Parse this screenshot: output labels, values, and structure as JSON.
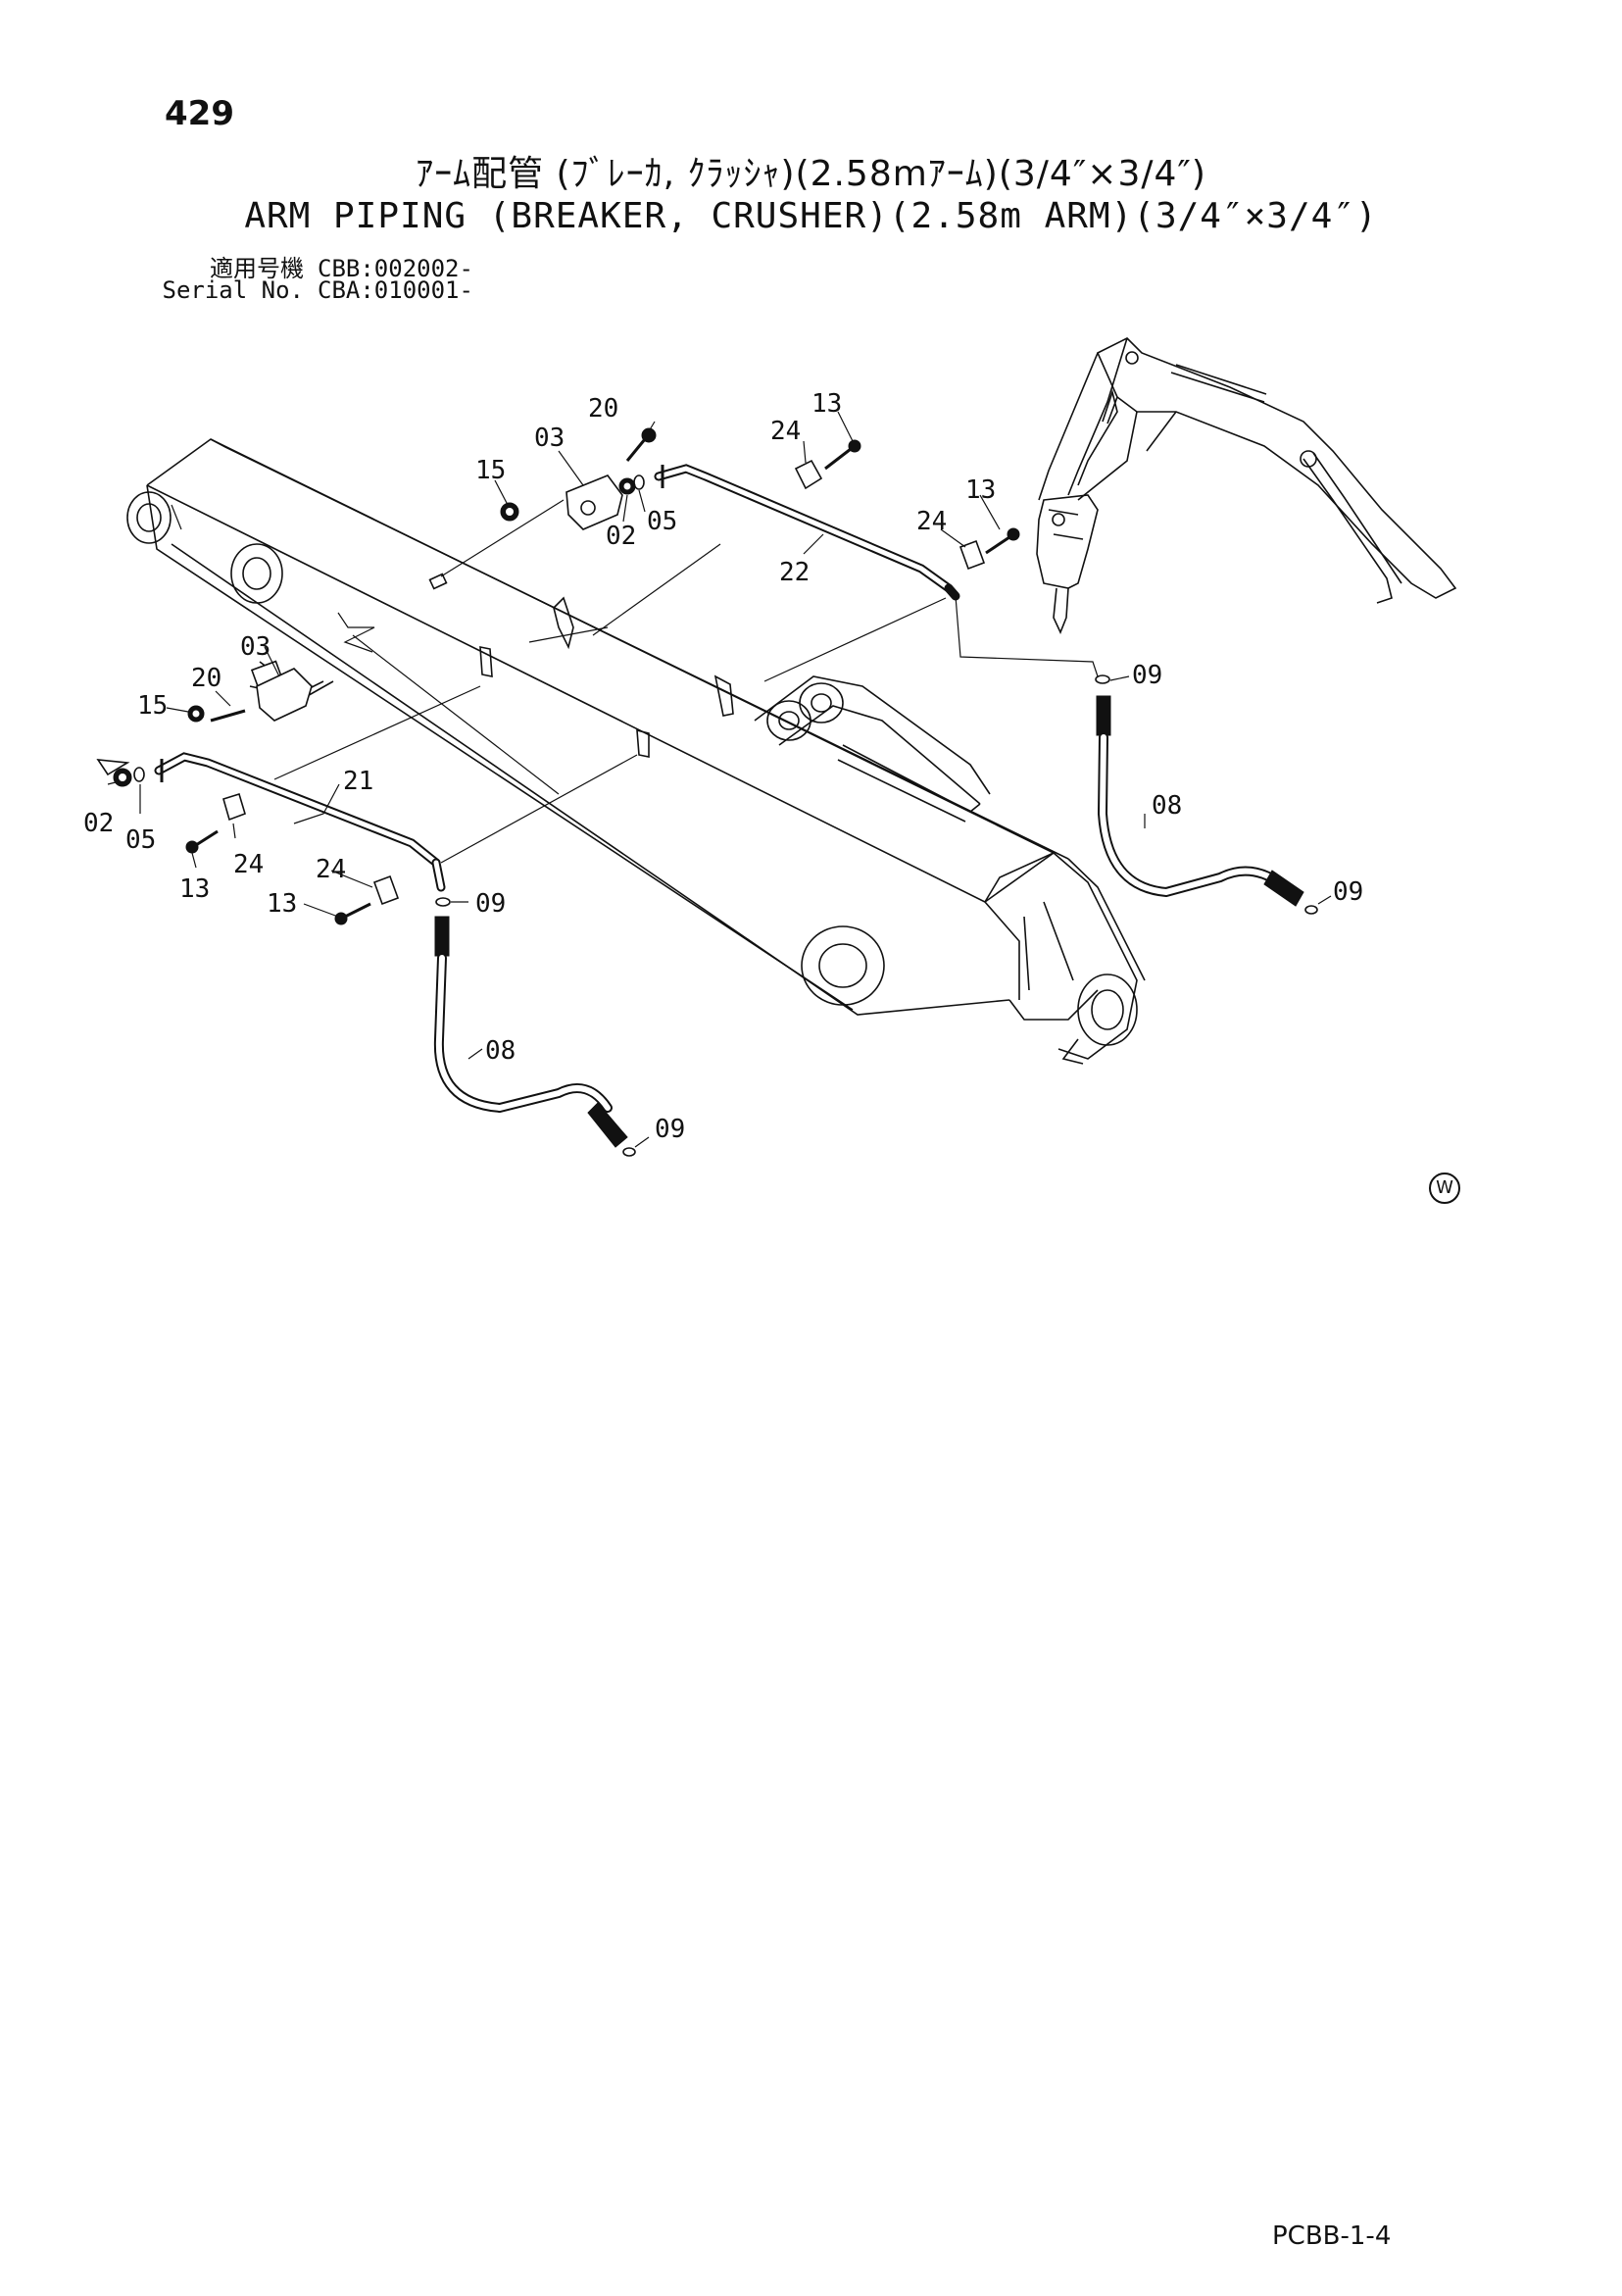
{
  "header": {
    "page_number": "429",
    "title_jp": "ｱｰﾑ配管 (ﾌﾞﾚｰｶ, ｸﾗｯｼｬ)(2.58mｱｰﾑ)(3/4″×3/4″)",
    "title_en": "ARM PIPING (BREAKER, CRUSHER)(2.58m ARM)(3/4″×3/4″)",
    "serial_label_jp": "適用号機",
    "serial_value_1": "CBB:002002-",
    "serial_label_en": "Serial No.",
    "serial_value_2": "CBA:010001-"
  },
  "callouts": {
    "top_20": "20",
    "top_03": "03",
    "top_15": "15",
    "top_02": "02",
    "top_05": "05",
    "top_13a": "13",
    "top_24a": "24",
    "top_13b": "13",
    "top_24b": "24",
    "top_22": "22",
    "right_09a": "09",
    "right_08": "08",
    "right_09b": "09",
    "left_03": "03",
    "left_20": "20",
    "left_15": "15",
    "left_02": "02",
    "left_05": "05",
    "left_21": "21",
    "left_24a": "24",
    "left_13a": "13",
    "left_24b": "24",
    "left_13b": "13",
    "left_09a": "09",
    "left_08": "08",
    "left_09b": "09"
  },
  "marks": {
    "w_symbol": "W"
  },
  "footer": {
    "code": "PCBB-1-4"
  }
}
